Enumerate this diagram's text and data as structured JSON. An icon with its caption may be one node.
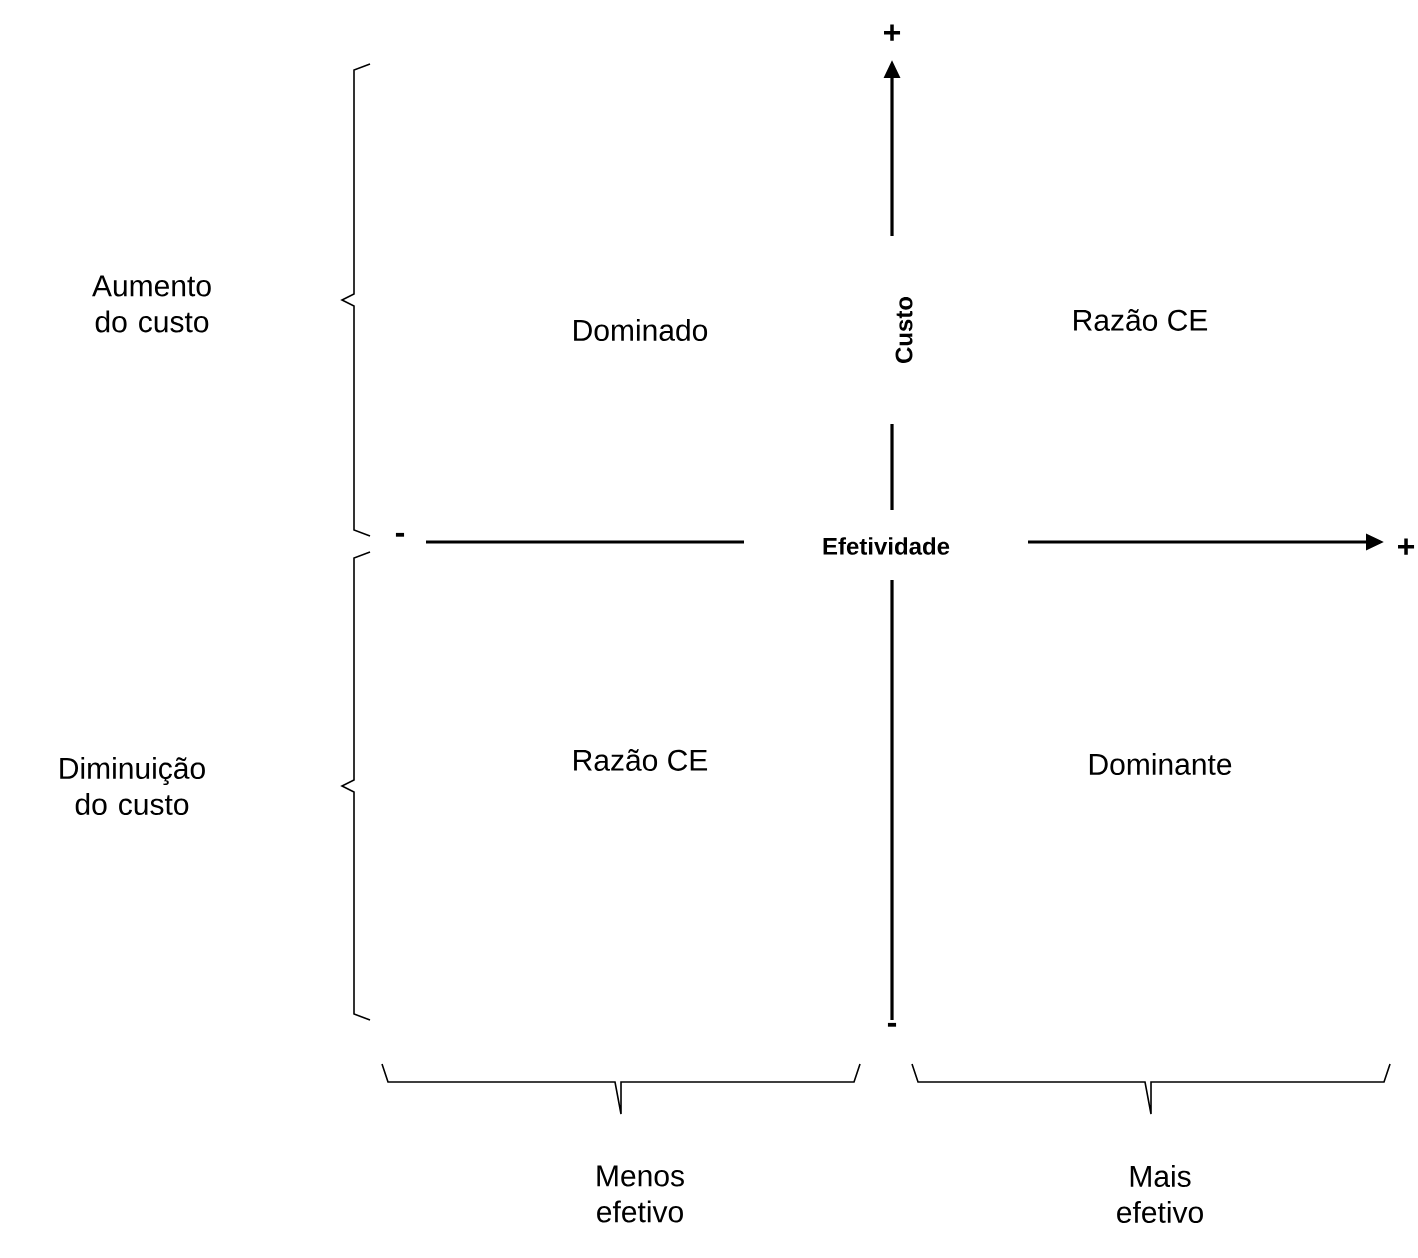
{
  "diagram": {
    "labels": [
      "+",
      "Aumento do custo",
      "Dominado",
      "Custo",
      "Razão CE",
      "-",
      "Efetividade",
      "+",
      "Diminuição do custo",
      "Razão CE",
      "Dominante",
      "-",
      "Menos efetivo",
      "Mais efetivo"
    ]
  }
}
